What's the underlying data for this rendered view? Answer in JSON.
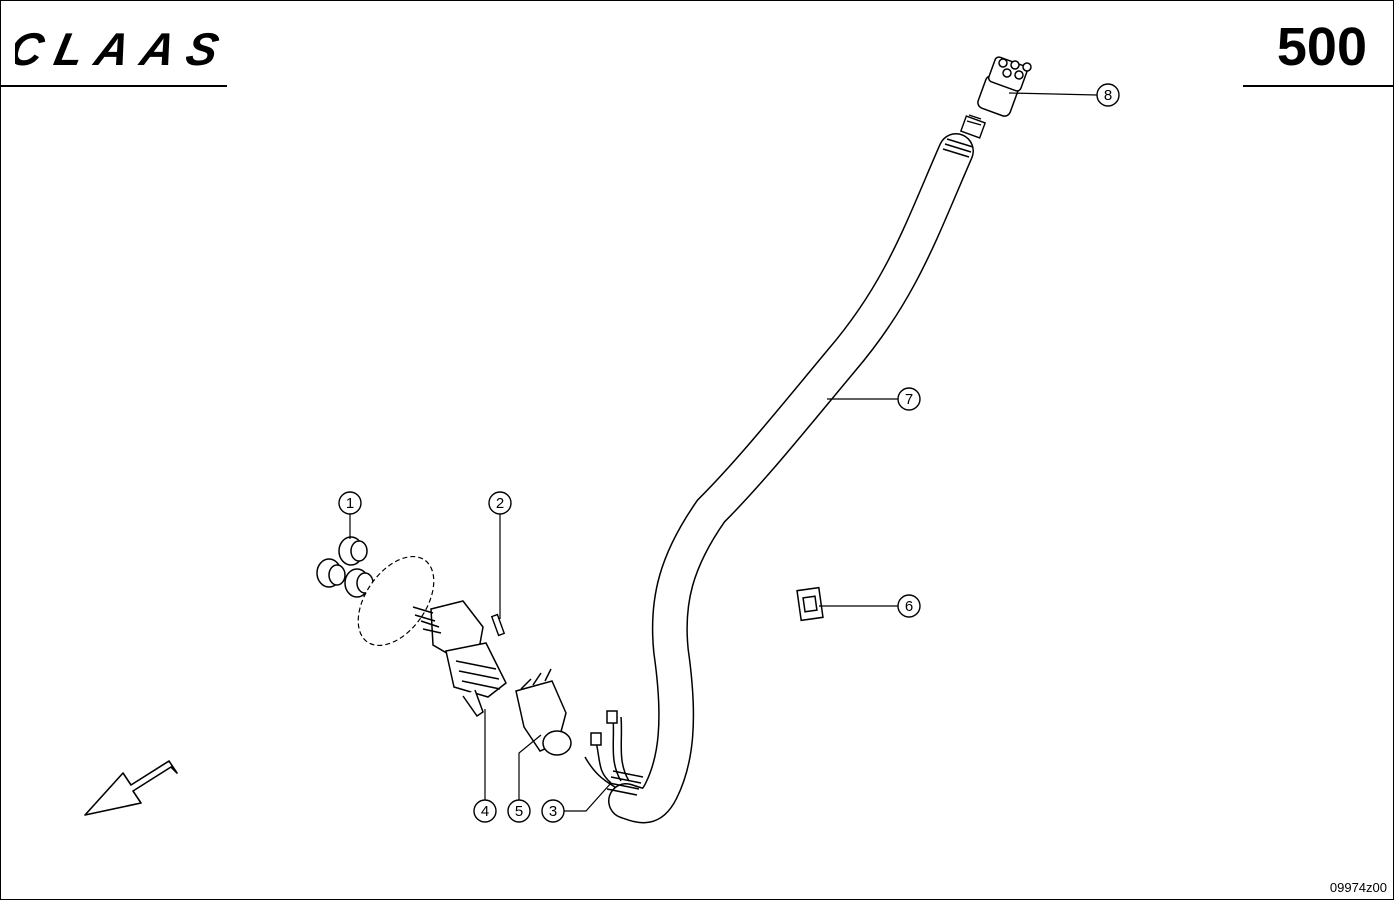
{
  "header": {
    "brand": "CLAAS",
    "page_number": "500"
  },
  "footer": {
    "drawing_id": "09974z00"
  },
  "callouts": [
    "1",
    "2",
    "3",
    "4",
    "5",
    "6",
    "7",
    "8"
  ],
  "colors": {
    "line": "#000000",
    "background": "#ffffff"
  },
  "icons": {
    "direction": "direction-arrow-icon"
  }
}
